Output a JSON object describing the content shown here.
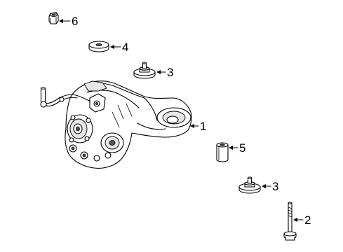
{
  "callouts": [
    {
      "id": "housing",
      "number": "1"
    },
    {
      "id": "bolt",
      "number": "2"
    },
    {
      "id": "isolator_upper",
      "number": "3"
    },
    {
      "id": "isolator_lower",
      "number": "3"
    },
    {
      "id": "washer",
      "number": "4"
    },
    {
      "id": "bushing",
      "number": "5"
    },
    {
      "id": "nut",
      "number": "6"
    }
  ]
}
